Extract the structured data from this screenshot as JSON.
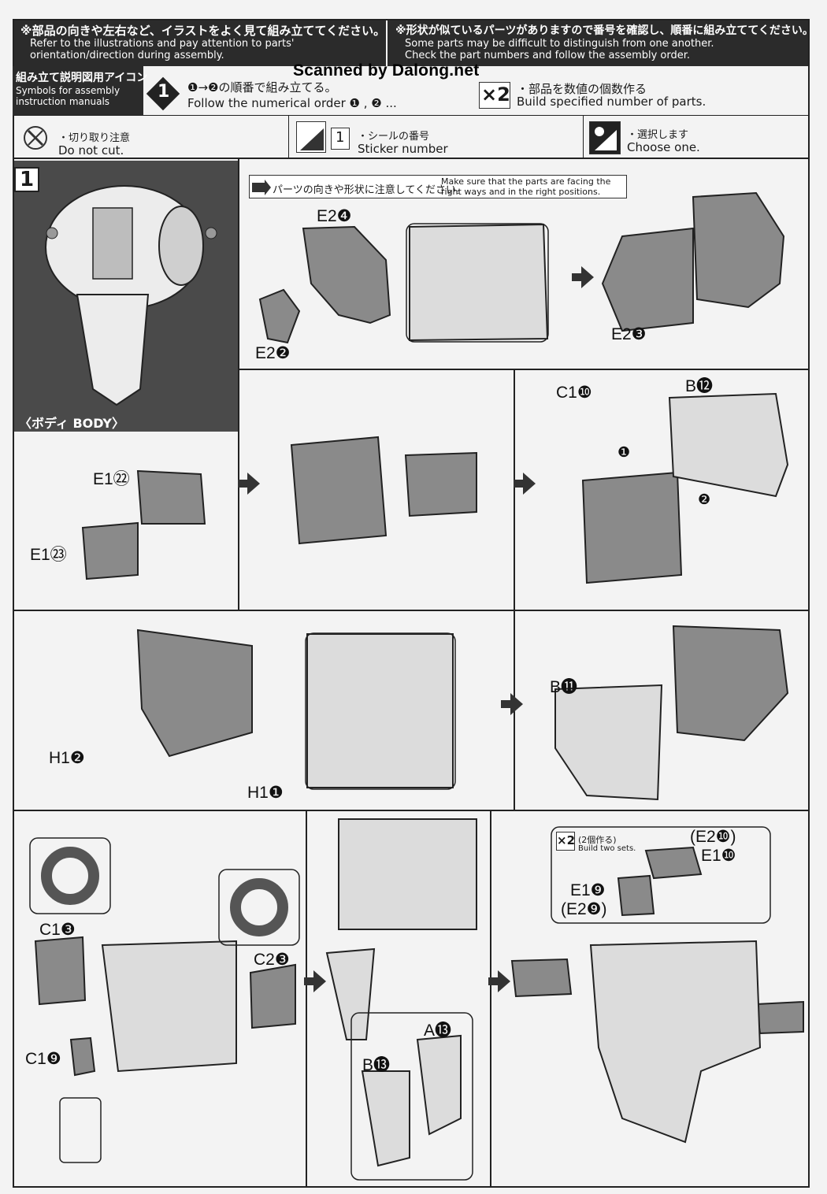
{
  "header": {
    "left_jp": "※部品の向きや左右など、イラストをよく見て組み立ててください。",
    "left_en1": "Refer to the illustrations and pay attention to parts'",
    "left_en2": "orientation/direction during assembly.",
    "right_jp": "※形状が似ているパーツがありますので番号を確認し、順番に組み立ててください。",
    "right_en1": "Some parts may be difficult to distinguish from one another.",
    "right_en2": "Check the part numbers and follow the assembly order."
  },
  "watermark": "Scanned by Dalong.net",
  "icons": {
    "title_jp": "組み立て説明図用アイコン",
    "title_en1": "Symbols for assembly",
    "title_en2": "instruction manuals",
    "order_jp": "❶→❷の順番で組み立てる。",
    "order_en": "Follow the numerical order ❶ , ❷ ...",
    "build_badge": "×2",
    "build_jp": "・部品を数値の個数作る",
    "build_en": "Build specified number of parts.",
    "cut_jp": "・切り取り注意",
    "cut_en": "Do not cut.",
    "sticker_num": "1",
    "sticker_jp": "・シールの番号",
    "sticker_en": "Sticker number",
    "choose_jp": "・選択します",
    "choose_en": "Choose one."
  },
  "step": {
    "number": "1",
    "section_label": "〈ボディ BODY〉",
    "note_jp": "パーツの向きや形状に注意してください。",
    "note_en1": "Make sure that the parts are facing the",
    "note_en2": "right ways and in the right positions.",
    "build_two_badge": "×2",
    "build_two_jp": "(2個作る)",
    "build_two_en": "Build two sets."
  },
  "parts": {
    "p1": "E2❹",
    "p2": "E2❷",
    "p3": "E2❸",
    "p4": "E1㉒",
    "p5": "E1㉓",
    "p6": "C1❿",
    "p7": "B⓬",
    "p8": "❶",
    "p9": "❷",
    "p10": "H1❷",
    "p11": "H1❶",
    "p12": "B⓫",
    "p13": "C1❸",
    "p14": "C2❸",
    "p15": "C1❾",
    "p16": "A⓭",
    "p17": "B⓭",
    "p18": "(E2❿)",
    "p19": "E1❿",
    "p20": "E1❾",
    "p21": "(E2❾)"
  }
}
